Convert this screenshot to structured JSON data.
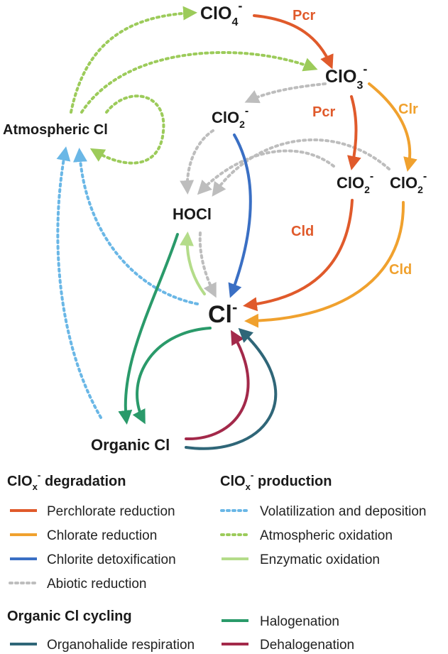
{
  "colors": {
    "perchlorate": "#e05a2b",
    "chlorate": "#f0a12e",
    "chlorite": "#3a6fc4",
    "abiotic": "#bdbdbd",
    "volatilization": "#6ab7e6",
    "atmospheric": "#9ccb5a",
    "enzymatic": "#b4dc8a",
    "halogenation": "#2a9a6a",
    "dehalogenation": "#a3294a",
    "organohalide": "#2f6678"
  },
  "nodes": {
    "clo4": {
      "base": "ClO",
      "sub": "4",
      "sup": "-"
    },
    "clo3": {
      "base": "ClO",
      "sub": "3",
      "sup": "-"
    },
    "clo2_left": {
      "base": "ClO",
      "sub": "2",
      "sup": "-"
    },
    "clo2_mid": {
      "base": "ClO",
      "sub": "2",
      "sup": "-"
    },
    "clo2_right": {
      "base": "ClO",
      "sub": "2",
      "sup": "-"
    },
    "atmospheric_cl": "Atmospheric Cl",
    "hocl": "HOCl",
    "cl_minus": {
      "base": "Cl",
      "sup": "-"
    },
    "organic_cl": "Organic Cl"
  },
  "enzymes": {
    "pcr_top": "Pcr",
    "pcr_mid": "Pcr",
    "clr": "Clr",
    "cld_left": "Cld",
    "cld_right": "Cld"
  },
  "legend": {
    "degradation": {
      "heading": {
        "base": "ClO",
        "sub": "x",
        "sup": "-",
        "rest": " degradation"
      },
      "items": [
        "Perchlorate reduction",
        "Chlorate reduction",
        "Chlorite detoxification",
        "Abiotic reduction"
      ]
    },
    "production": {
      "heading": {
        "base": "ClO",
        "sub": "x",
        "sup": "-",
        "rest": " production"
      },
      "items": [
        "Volatilization and deposition",
        "Atmospheric oxidation",
        "Enzymatic oxidation"
      ]
    },
    "organic": {
      "heading": "Organic Cl cycling",
      "items_left": [
        "Organohalide respiration"
      ],
      "items_right": [
        "Halogenation",
        "Dehalogenation"
      ]
    }
  }
}
